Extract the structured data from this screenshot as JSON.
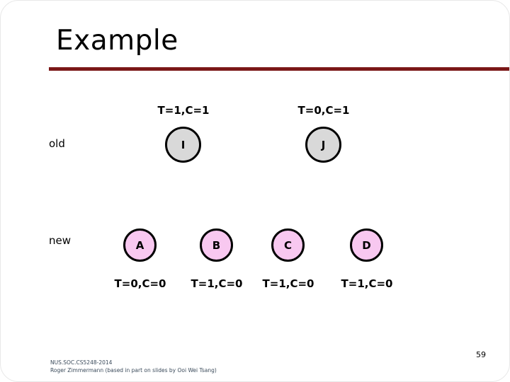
{
  "slide": {
    "title": "Example",
    "page_number": "59",
    "accent_color": "#7b1818",
    "rows": [
      {
        "key": "old",
        "label": "old"
      },
      {
        "key": "new",
        "label": "new"
      }
    ],
    "old_row": {
      "top_labels": [
        "T=1,C=1",
        "T=0,C=1"
      ],
      "nodes": [
        {
          "id": "I",
          "label": "I",
          "fill": "#d9d9d9",
          "state": "T=1,C=1"
        },
        {
          "id": "J",
          "label": "J",
          "fill": "#d9d9d9",
          "state": "T=0,C=1"
        }
      ]
    },
    "new_row": {
      "nodes": [
        {
          "id": "A",
          "label": "A",
          "fill": "#f8c8f0",
          "state": "T=0,C=0"
        },
        {
          "id": "B",
          "label": "B",
          "fill": "#f8c8f0",
          "state": "T=1,C=0"
        },
        {
          "id": "C",
          "label": "C",
          "fill": "#f8c8f0",
          "state": "T=1,C=0"
        },
        {
          "id": "D",
          "label": "D",
          "fill": "#f8c8f0",
          "state": "T=1,C=0"
        }
      ],
      "bottom_labels": [
        "T=0,C=0",
        "T=1,C=0",
        "T=1,C=0",
        "T=1,C=0"
      ]
    },
    "footer": {
      "line1": "NUS.SOC.CS5248-2014",
      "line2": "Roger Zimmermann (based in part on slides by Ooi Wei Tsang)"
    }
  }
}
